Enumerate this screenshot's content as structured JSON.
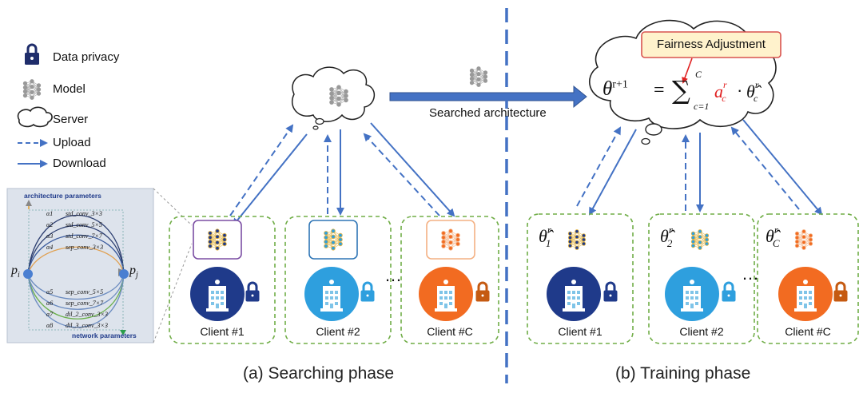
{
  "legend": {
    "items": [
      {
        "icon": "lock-icon",
        "label": "Data privacy"
      },
      {
        "icon": "neural-network-icon",
        "label": "Model"
      },
      {
        "icon": "cloud-icon",
        "label": "Server"
      },
      {
        "icon": "dashed-arrow-icon",
        "label": "Upload"
      },
      {
        "icon": "solid-arrow-icon",
        "label": "Download"
      }
    ]
  },
  "inset": {
    "title": "architecture parameters",
    "footer": "network parameters",
    "node_left": "p",
    "node_left_sub": "i",
    "node_right": "p",
    "node_right_sub": "j",
    "ops": [
      {
        "alpha": "α1",
        "name": "std_conv_3×3"
      },
      {
        "alpha": "α2",
        "name": "std_conv_5×5"
      },
      {
        "alpha": "α3",
        "name": "std_conv_7×7"
      },
      {
        "alpha": "α4",
        "name": "sep_conv_3×3"
      },
      {
        "alpha": "α5",
        "name": "sep_conv_5×5"
      },
      {
        "alpha": "α6",
        "name": "sep_conv_7×7"
      },
      {
        "alpha": "α7",
        "name": "dil_2_conv_3×3"
      },
      {
        "alpha": "α8",
        "name": "dil_3_conv_3×3"
      }
    ]
  },
  "transfer_label": "Searched architecture",
  "fairness_label": "Fairness Adjustment",
  "formula": {
    "lhs": "θ",
    "lhs_sup": "r+1",
    "eq": "=",
    "sum": "∑",
    "sum_top": "C",
    "sum_bottom": "c=1",
    "a": "a",
    "a_sup": "r",
    "a_sub": "c",
    "dot": "·",
    "theta_hat": "θ̂",
    "theta_sup": "r",
    "theta_sub": "c"
  },
  "searching": {
    "phase_label": "(a) Searching phase",
    "clients": [
      "Client #1",
      "Client #2",
      "Client #C"
    ],
    "ellipsis": "…"
  },
  "training": {
    "phase_label": "(b) Training phase",
    "clients": [
      "Client #1",
      "Client #2",
      "Client #C"
    ],
    "theta_labels": [
      {
        "base": "θ̂",
        "sup": "r",
        "sub": "1"
      },
      {
        "base": "θ̂",
        "sup": "r",
        "sub": "2"
      },
      {
        "base": "θ̂",
        "sup": "r",
        "sub": "C"
      }
    ],
    "ellipsis": "…"
  },
  "colors": {
    "arrow_blue": "#4472c4",
    "divider_blue": "#4472c4",
    "box_green": "#70ad47",
    "client1_circle": "#1f3a8a",
    "client2_circle": "#2e9fde",
    "clientC_circle": "#f26b21",
    "fairness_fill": "#fff2cc",
    "fairness_border": "#d9534f",
    "fairness_arrow": "#e02020",
    "inset_bg": "#dde3ec"
  }
}
